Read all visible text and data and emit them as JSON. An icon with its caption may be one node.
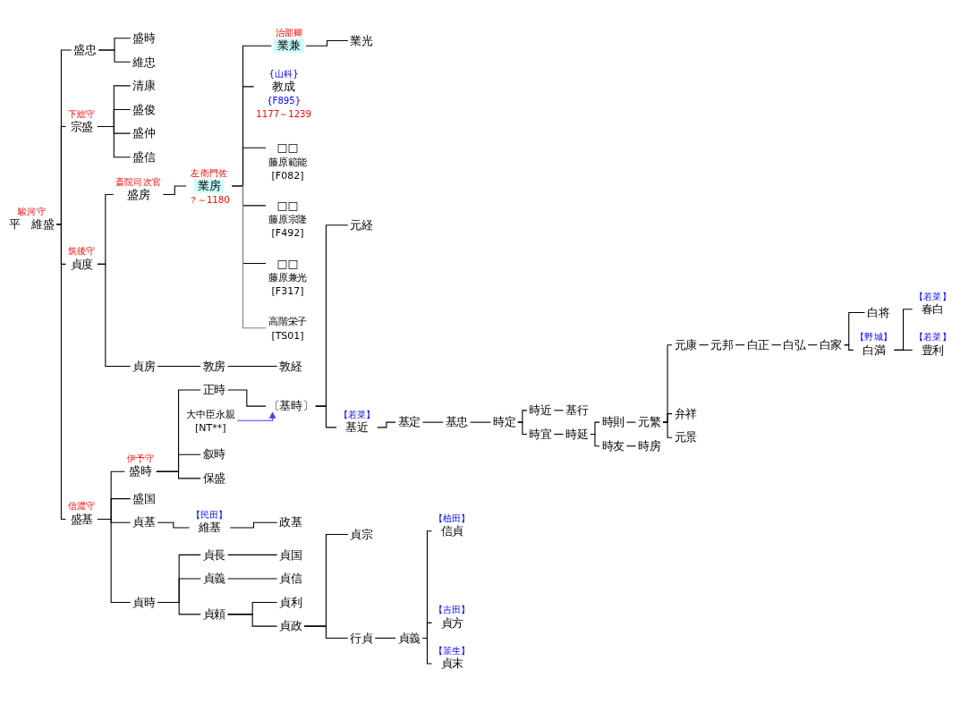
{
  "diagram": {
    "nodes": [
      {
        "text": [
          "駿河守",
          "平　維盛"
        ]
      },
      {
        "text": [
          "盛忠"
        ]
      },
      {
        "text": [
          "盛時"
        ]
      },
      {
        "text": [
          "維忠"
        ]
      },
      {
        "text": [
          "下総守",
          "宗盛"
        ]
      },
      {
        "text": [
          "清康"
        ]
      },
      {
        "text": [
          "盛俊"
        ]
      },
      {
        "text": [
          "盛仲"
        ]
      },
      {
        "text": [
          "盛信"
        ]
      },
      {
        "text": [
          "筑後守",
          "貞度"
        ]
      },
      {
        "text": [
          "斎院司次官",
          "盛房"
        ]
      },
      {
        "text": [
          "左衛門佐",
          "業房"
        ],
        "beside": [
          "？～1180"
        ]
      },
      {
        "text": [
          "治部卿",
          "業兼"
        ]
      },
      {
        "text": [
          "業光"
        ]
      },
      {
        "text": [
          "{山科}",
          "教成",
          "{F895}"
        ],
        "beside": [
          "1177～1239"
        ]
      },
      {
        "text": [
          "□□",
          "藤原範能",
          "[F082]"
        ]
      },
      {
        "text": [
          "□□",
          "藤原宗隆",
          "[F492]"
        ]
      },
      {
        "text": [
          "□□",
          "藤原兼光",
          "[F317]"
        ]
      },
      {
        "text": [
          "高階栄子",
          "[TS01]"
        ]
      },
      {
        "text": [
          "貞房"
        ]
      },
      {
        "text": [
          "敦房"
        ]
      },
      {
        "text": [
          "敦経"
        ]
      },
      {
        "text": [
          "信濃守",
          "盛基"
        ]
      },
      {
        "text": [
          "伊予守",
          "盛時"
        ]
      },
      {
        "text": [
          "正時"
        ]
      },
      {
        "text": [
          "〔基時〕"
        ]
      },
      {
        "text": [
          "元経"
        ]
      },
      {
        "text": [
          "【若菜】",
          "基近"
        ]
      },
      {
        "text": [
          "基定"
        ]
      },
      {
        "text": [
          "基忠"
        ]
      },
      {
        "text": [
          "時定"
        ]
      },
      {
        "text": [
          "時近"
        ]
      },
      {
        "text": [
          "基行"
        ]
      },
      {
        "text": [
          "時宜"
        ]
      },
      {
        "text": [
          "時延"
        ]
      },
      {
        "text": [
          "時則"
        ]
      },
      {
        "text": [
          "元繁"
        ]
      },
      {
        "text": [
          "元康"
        ]
      },
      {
        "text": [
          "元邦"
        ]
      },
      {
        "text": [
          "白正"
        ]
      },
      {
        "text": [
          "白弘"
        ]
      },
      {
        "text": [
          "白家"
        ]
      },
      {
        "text": [
          "白将"
        ]
      },
      {
        "text": [
          "【野城】",
          "白満"
        ]
      },
      {
        "text": [
          "【若菜】",
          "春白"
        ]
      },
      {
        "text": [
          "【若菜】",
          "豊利"
        ]
      },
      {
        "text": [
          "弁祥"
        ]
      },
      {
        "text": [
          "元景"
        ]
      },
      {
        "text": [
          "時友"
        ]
      },
      {
        "text": [
          "時房"
        ]
      },
      {
        "text": [
          "大中臣永親",
          "[NT**]"
        ]
      },
      {
        "text": [
          "叙時"
        ]
      },
      {
        "text": [
          "保盛"
        ]
      },
      {
        "text": [
          "盛国"
        ]
      },
      {
        "text": [
          "貞基"
        ]
      },
      {
        "text": [
          "【民田】",
          "維基"
        ]
      },
      {
        "text": [
          "政基"
        ]
      },
      {
        "text": [
          "貞時"
        ]
      },
      {
        "text": [
          "貞長"
        ]
      },
      {
        "text": [
          "貞国"
        ]
      },
      {
        "text": [
          "貞義"
        ]
      },
      {
        "text": [
          "貞信"
        ]
      },
      {
        "text": [
          "貞頼"
        ]
      },
      {
        "text": [
          "貞利"
        ]
      },
      {
        "text": [
          "貞政"
        ]
      },
      {
        "text": [
          "貞宗"
        ]
      },
      {
        "text": [
          "行貞"
        ]
      },
      {
        "text": [
          "貞義"
        ]
      },
      {
        "text": [
          "【植田】",
          "信貞"
        ]
      },
      {
        "text": [
          "【吉田】",
          "貞方"
        ]
      },
      {
        "text": [
          "【韮生】",
          "貞末"
        ]
      }
    ],
    "edges": [
      {
        "from": 0,
        "to": 1,
        "arrow": "none"
      },
      {
        "from": 0,
        "to": 4,
        "arrow": "none"
      },
      {
        "from": 0,
        "to": 9,
        "arrow": "none"
      },
      {
        "from": 0,
        "to": 22,
        "arrow": "none"
      },
      {
        "from": 1,
        "to": 2,
        "arrow": "none"
      },
      {
        "from": 1,
        "to": 3,
        "arrow": "none"
      },
      {
        "from": 4,
        "to": 5,
        "arrow": "none"
      },
      {
        "from": 4,
        "to": 6,
        "arrow": "none"
      },
      {
        "from": 4,
        "to": 7,
        "arrow": "none"
      },
      {
        "from": 4,
        "to": 8,
        "arrow": "none"
      },
      {
        "from": 9,
        "to": 10,
        "arrow": "none"
      },
      {
        "from": 9,
        "to": 19,
        "arrow": "none"
      },
      {
        "from": 10,
        "to": 11,
        "arrow": "none"
      },
      {
        "from": 11,
        "to": 12,
        "arrow": "none"
      },
      {
        "from": 11,
        "to": 14,
        "arrow": "none"
      },
      {
        "from": 11,
        "to": 15,
        "arrow": "none"
      },
      {
        "from": 11,
        "to": 16,
        "arrow": "none"
      },
      {
        "from": 11,
        "to": 17,
        "arrow": "none"
      },
      {
        "from": 11,
        "to": 18,
        "arrow": "none",
        "color": "#808080"
      },
      {
        "from": 12,
        "to": 13,
        "arrow": "none"
      },
      {
        "from": 19,
        "to": 20,
        "arrow": "none"
      },
      {
        "from": 20,
        "to": 21,
        "arrow": "none"
      },
      {
        "from": 22,
        "to": 23,
        "arrow": "none"
      },
      {
        "from": 22,
        "to": 53,
        "arrow": "none"
      },
      {
        "from": 22,
        "to": 54,
        "arrow": "none"
      },
      {
        "from": 22,
        "to": 57,
        "arrow": "none"
      },
      {
        "from": 23,
        "to": 24,
        "arrow": "none"
      },
      {
        "from": 23,
        "to": 51,
        "arrow": "none"
      },
      {
        "from": 23,
        "to": 52,
        "arrow": "none"
      },
      {
        "from": 24,
        "to": 25,
        "arrow": "none"
      },
      {
        "from": 50,
        "to": 25,
        "arrow": "to",
        "color": "#4040ff"
      },
      {
        "from": 25,
        "to": 26,
        "arrow": "none"
      },
      {
        "from": 25,
        "to": 27,
        "arrow": "none"
      },
      {
        "from": 27,
        "to": 28,
        "arrow": "none"
      },
      {
        "from": 28,
        "to": 29,
        "arrow": "none"
      },
      {
        "from": 29,
        "to": 30,
        "arrow": "none"
      },
      {
        "from": 30,
        "to": 31,
        "arrow": "none"
      },
      {
        "from": 30,
        "to": 33,
        "arrow": "none"
      },
      {
        "from": 31,
        "to": 32,
        "arrow": "none"
      },
      {
        "from": 33,
        "to": 34,
        "arrow": "none"
      },
      {
        "from": 34,
        "to": 35,
        "arrow": "none"
      },
      {
        "from": 34,
        "to": 48,
        "arrow": "none"
      },
      {
        "from": 35,
        "to": 36,
        "arrow": "none"
      },
      {
        "from": 36,
        "to": 37,
        "arrow": "none"
      },
      {
        "from": 36,
        "to": 46,
        "arrow": "none"
      },
      {
        "from": 36,
        "to": 47,
        "arrow": "none"
      },
      {
        "from": 37,
        "to": 38,
        "arrow": "none"
      },
      {
        "from": 38,
        "to": 39,
        "arrow": "none"
      },
      {
        "from": 39,
        "to": 40,
        "arrow": "none"
      },
      {
        "from": 40,
        "to": 41,
        "arrow": "none"
      },
      {
        "from": 41,
        "to": 42,
        "arrow": "none"
      },
      {
        "from": 41,
        "to": 43,
        "arrow": "none"
      },
      {
        "from": 43,
        "to": 44,
        "arrow": "none"
      },
      {
        "from": 43,
        "to": 45,
        "arrow": "none"
      },
      {
        "from": 48,
        "to": 49,
        "arrow": "none"
      },
      {
        "from": 54,
        "to": 55,
        "arrow": "none"
      },
      {
        "from": 55,
        "to": 56,
        "arrow": "none"
      },
      {
        "from": 57,
        "to": 58,
        "arrow": "none"
      },
      {
        "from": 57,
        "to": 60,
        "arrow": "none"
      },
      {
        "from": 57,
        "to": 62,
        "arrow": "none"
      },
      {
        "from": 58,
        "to": 59,
        "arrow": "none"
      },
      {
        "from": 60,
        "to": 61,
        "arrow": "none"
      },
      {
        "from": 62,
        "to": 63,
        "arrow": "none"
      },
      {
        "from": 62,
        "to": 64,
        "arrow": "none"
      },
      {
        "from": 64,
        "to": 65,
        "arrow": "none"
      },
      {
        "from": 64,
        "to": 66,
        "arrow": "none"
      },
      {
        "from": 66,
        "to": 67,
        "arrow": "none"
      },
      {
        "from": 67,
        "to": 68,
        "arrow": "none"
      },
      {
        "from": 67,
        "to": 69,
        "arrow": "none"
      },
      {
        "from": 67,
        "to": 70,
        "arrow": "none"
      }
    ]
  }
}
